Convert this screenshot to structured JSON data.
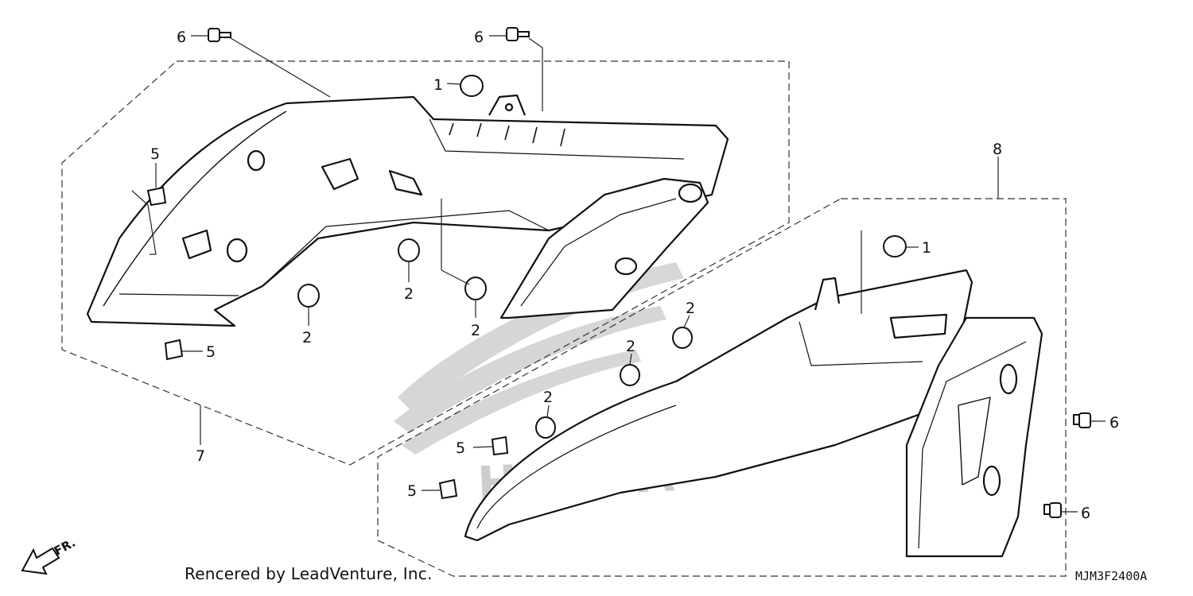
{
  "diagram": {
    "callouts": [
      {
        "id": "c1",
        "text": "6"
      },
      {
        "id": "c2",
        "text": "6"
      },
      {
        "id": "c3",
        "text": "1"
      },
      {
        "id": "c4",
        "text": "5"
      },
      {
        "id": "c5",
        "text": "2"
      },
      {
        "id": "c6",
        "text": "2"
      },
      {
        "id": "c7",
        "text": "2"
      },
      {
        "id": "c8",
        "text": "5"
      },
      {
        "id": "c9",
        "text": "7"
      },
      {
        "id": "c10",
        "text": "8"
      },
      {
        "id": "c11",
        "text": "1"
      },
      {
        "id": "c12",
        "text": "2"
      },
      {
        "id": "c13",
        "text": "2"
      },
      {
        "id": "c14",
        "text": "2"
      },
      {
        "id": "c15",
        "text": "5"
      },
      {
        "id": "c16",
        "text": "5"
      },
      {
        "id": "c17",
        "text": "6"
      },
      {
        "id": "c18",
        "text": "6"
      }
    ],
    "front_arrow_label": "FR.",
    "watermark_text": "HONDA"
  },
  "footer": {
    "credit": "Rencered by LeadVenture, Inc.",
    "diagram_code": "MJM3F2400A"
  }
}
